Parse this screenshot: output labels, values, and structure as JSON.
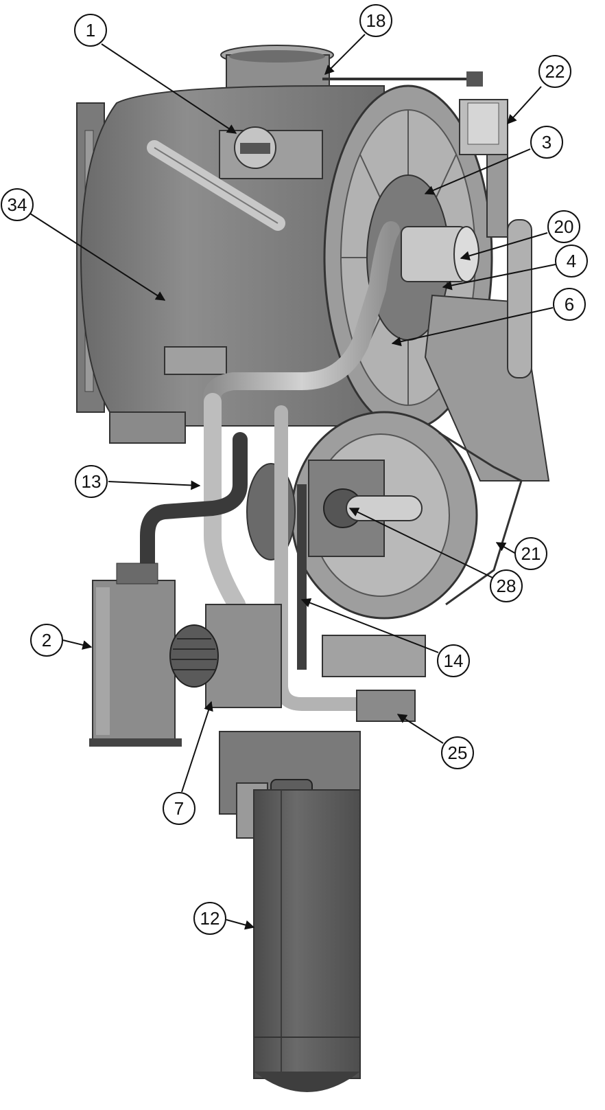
{
  "diagram": {
    "callouts": [
      {
        "id": "c1",
        "label": "1"
      },
      {
        "id": "c18",
        "label": "18"
      },
      {
        "id": "c22",
        "label": "22"
      },
      {
        "id": "c3",
        "label": "3"
      },
      {
        "id": "c34",
        "label": "34"
      },
      {
        "id": "c20",
        "label": "20"
      },
      {
        "id": "c4",
        "label": "4"
      },
      {
        "id": "c6",
        "label": "6"
      },
      {
        "id": "c13",
        "label": "13"
      },
      {
        "id": "c21",
        "label": "21"
      },
      {
        "id": "c28",
        "label": "28"
      },
      {
        "id": "c2",
        "label": "2"
      },
      {
        "id": "c14",
        "label": "14"
      },
      {
        "id": "c25",
        "label": "25"
      },
      {
        "id": "c7",
        "label": "7"
      },
      {
        "id": "c12",
        "label": "12"
      }
    ]
  },
  "colors": {
    "body_dark": "#5f5f5f",
    "body_mid": "#8a8a8a",
    "body_light": "#b8b8b8",
    "pipe": "#a9a9a9",
    "hose": "#3a3a3a",
    "callout_stroke": "#111111"
  }
}
